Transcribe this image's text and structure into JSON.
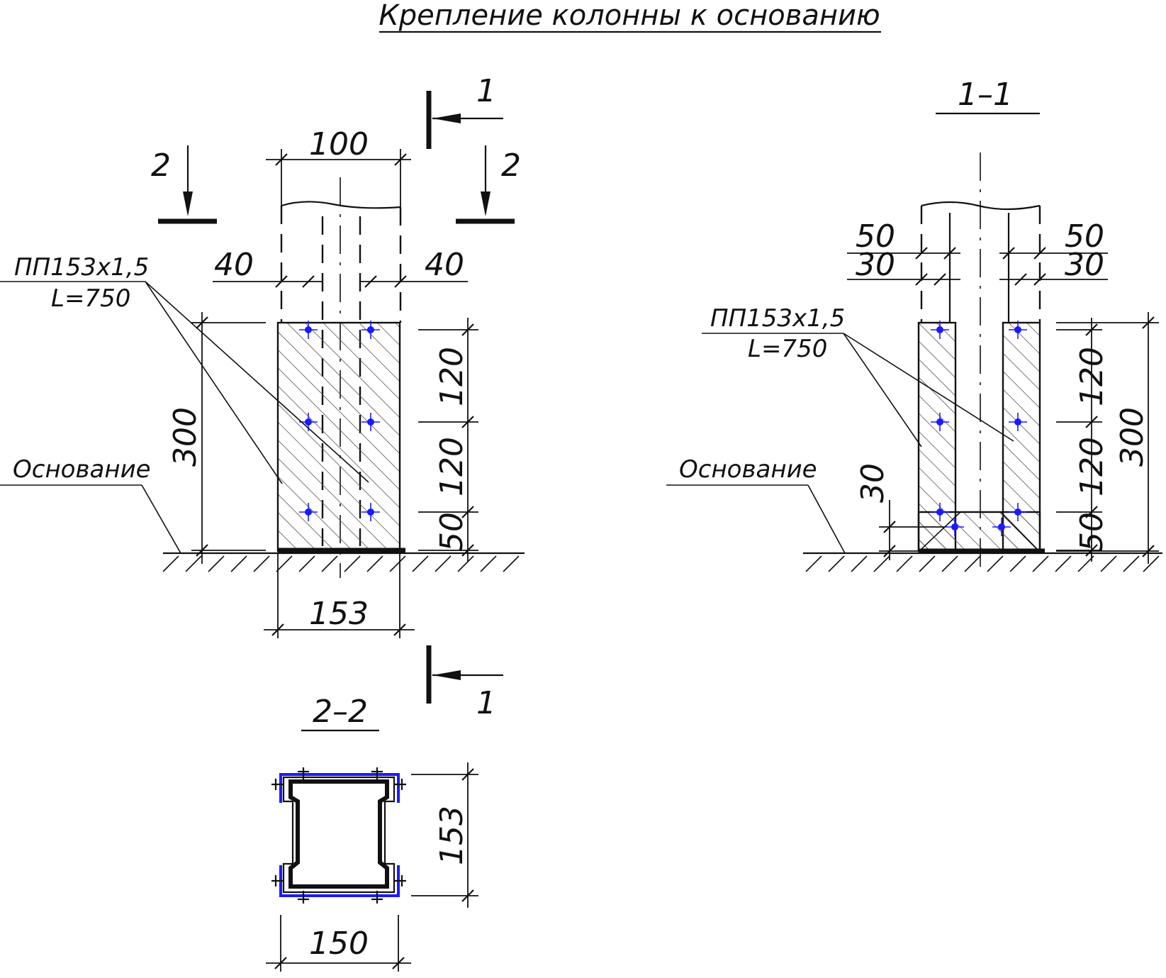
{
  "title": "Крепление колонны к основанию",
  "sections": {
    "cut_1_1": "1",
    "cut_2_2": "2",
    "view_1_1": "1–1",
    "view_2_2": "2–2"
  },
  "labels": {
    "profile": "ПП153х1,5",
    "length": "L=750",
    "base": "Основание"
  },
  "front_view": {
    "dims": {
      "width_top": "100",
      "left_edge": "40",
      "right_edge": "40",
      "height": "300",
      "step_1": "120",
      "step_2": "120",
      "step_3": "50",
      "width_bottom": "153"
    }
  },
  "side_view": {
    "dims": {
      "left_outer": "50",
      "left_inner": "30",
      "right_outer": "50",
      "right_inner": "30",
      "height": "300",
      "step_1": "120",
      "step_2": "120",
      "step_3": "50",
      "bottom_offset": "30"
    }
  },
  "plan_view": {
    "dims": {
      "height": "153",
      "width": "150"
    }
  },
  "colors": {
    "line": "#111111",
    "fastener": "#1a1aff"
  }
}
